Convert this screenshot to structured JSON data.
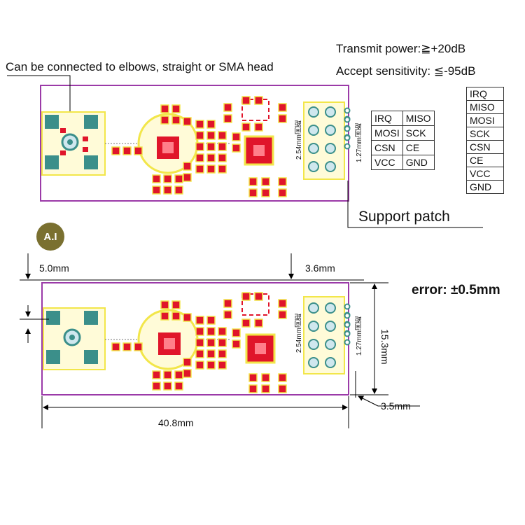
{
  "labels": {
    "connector_note": "Can be connected to elbows, straight or SMA head",
    "transmit_power": "Transmit power:≧+20dB",
    "accept_sensitivity": "Accept sensitivity: ≦-95dB",
    "support_patch": "Support patch",
    "error": "error: ±0.5mm",
    "pitch_254": "2.54mm间距",
    "pitch_127": "1.27mm间距",
    "logo": "A.I"
  },
  "pin_table": [
    [
      "IRQ",
      "MISO"
    ],
    [
      "MOSI",
      "SCK"
    ],
    [
      "CSN",
      "CE"
    ],
    [
      "VCC",
      "GND"
    ]
  ],
  "pin_list": [
    "IRQ",
    "MISO",
    "MOSI",
    "SCK",
    "CSN",
    "CE",
    "VCC",
    "GND"
  ],
  "dimensions": {
    "top_offset_left": "5.0mm",
    "top_offset_right": "3.6mm",
    "height": "15.3mm",
    "edge_right": "3.5mm",
    "width": "40.8mm"
  },
  "colors": {
    "board_outline": "#9b3aa8",
    "pad_red": "#e0152a",
    "silk_yellow": "#f2e64a",
    "pad_teal": "#3b8f8a"
  }
}
